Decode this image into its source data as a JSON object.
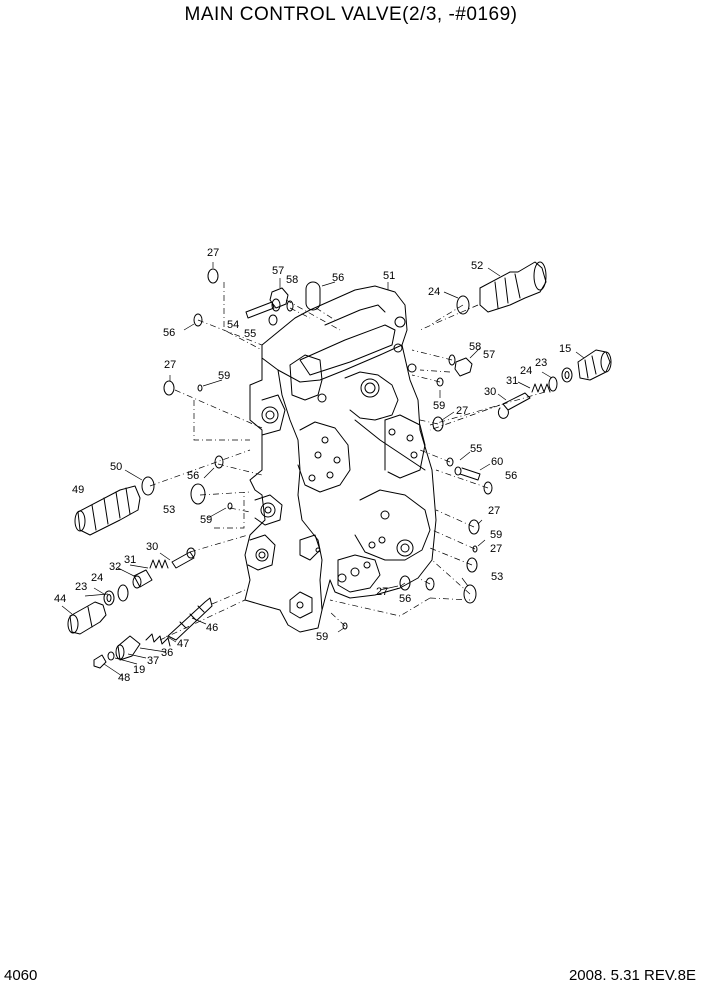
{
  "title": "MAIN CONTROL VALVE(2/3, -#0169)",
  "footer": {
    "page_number": "4060",
    "date_rev": "2008. 5.31  REV.8E"
  },
  "part_labels": [
    {
      "id": "p1",
      "text": "27"
    },
    {
      "id": "p2",
      "text": "57"
    },
    {
      "id": "p3",
      "text": "58"
    },
    {
      "id": "p4",
      "text": "56"
    },
    {
      "id": "p5",
      "text": "51"
    },
    {
      "id": "p6",
      "text": "52"
    },
    {
      "id": "p7",
      "text": "24"
    },
    {
      "id": "p8",
      "text": "56"
    },
    {
      "id": "p9",
      "text": "54"
    },
    {
      "id": "p10",
      "text": "55"
    },
    {
      "id": "p11",
      "text": "58"
    },
    {
      "id": "p12",
      "text": "57"
    },
    {
      "id": "p13",
      "text": "15"
    },
    {
      "id": "p14",
      "text": "23"
    },
    {
      "id": "p15",
      "text": "24"
    },
    {
      "id": "p16",
      "text": "27"
    },
    {
      "id": "p17",
      "text": "59"
    },
    {
      "id": "p18",
      "text": "31"
    },
    {
      "id": "p19",
      "text": "30"
    },
    {
      "id": "p20",
      "text": "59"
    },
    {
      "id": "p21",
      "text": "27"
    },
    {
      "id": "p22",
      "text": "55"
    },
    {
      "id": "p23",
      "text": "60"
    },
    {
      "id": "p24",
      "text": "56"
    },
    {
      "id": "p25",
      "text": "50"
    },
    {
      "id": "p26",
      "text": "56"
    },
    {
      "id": "p27",
      "text": "49"
    },
    {
      "id": "p28",
      "text": "53"
    },
    {
      "id": "p29",
      "text": "59"
    },
    {
      "id": "p30",
      "text": "27"
    },
    {
      "id": "p31",
      "text": "59"
    },
    {
      "id": "p32",
      "text": "27"
    },
    {
      "id": "p33",
      "text": "30"
    },
    {
      "id": "p34",
      "text": "31"
    },
    {
      "id": "p35",
      "text": "32"
    },
    {
      "id": "p36",
      "text": "24"
    },
    {
      "id": "p37",
      "text": "23"
    },
    {
      "id": "p38",
      "text": "44"
    },
    {
      "id": "p39",
      "text": "53"
    },
    {
      "id": "p40",
      "text": "27"
    },
    {
      "id": "p41",
      "text": "56"
    },
    {
      "id": "p42",
      "text": "46"
    },
    {
      "id": "p43",
      "text": "47"
    },
    {
      "id": "p44",
      "text": "36"
    },
    {
      "id": "p45",
      "text": "37"
    },
    {
      "id": "p46",
      "text": "19"
    },
    {
      "id": "p47",
      "text": "48"
    },
    {
      "id": "p48",
      "text": "59"
    }
  ]
}
